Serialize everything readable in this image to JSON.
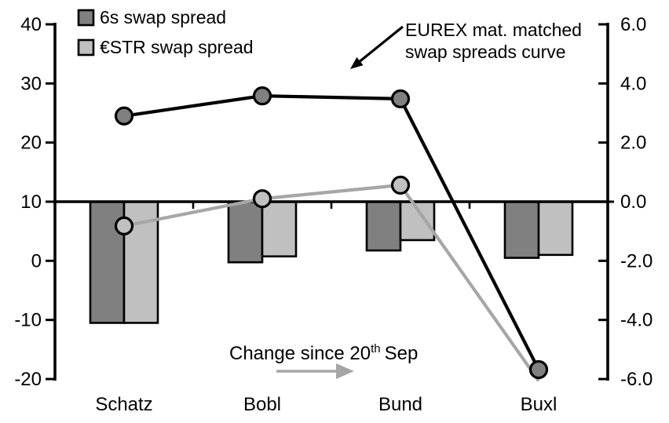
{
  "chart_data": {
    "type": "line+bar combo",
    "title": "",
    "categories": [
      "Schatz",
      "Bobl",
      "Bund",
      "Buxl"
    ],
    "left_axis": {
      "ticks": [
        40,
        30,
        20,
        10,
        0,
        -10,
        -20
      ],
      "labels": [
        "40",
        "30",
        "20",
        "10",
        "0",
        "-10",
        "-20"
      ],
      "range": [
        -20,
        40
      ]
    },
    "right_axis": {
      "ticks": [
        6,
        4,
        2,
        0,
        -2,
        -4,
        -6
      ],
      "labels": [
        "6.0",
        "4.0",
        "2.0",
        "0.0",
        "-2.0",
        "-4.0",
        "-6.0"
      ],
      "range": [
        -6,
        6
      ]
    },
    "baseline": {
      "left_value": 10,
      "right_value": 0.0
    },
    "line_series": [
      {
        "name": "6s swap spread",
        "axis": "left",
        "color": "#000000",
        "marker_fill": "#808080",
        "values": [
          24.5,
          27.9,
          27.4,
          -18.4
        ],
        "marker_visible": [
          true,
          true,
          true,
          true
        ]
      },
      {
        "name": "€STR swap spread",
        "axis": "left",
        "color": "#a6a6a6",
        "marker_fill": "#c0c0c0",
        "values": [
          5.9,
          10.5,
          12.8,
          -20.3
        ],
        "marker_visible": [
          true,
          true,
          true,
          false
        ]
      }
    ],
    "bar_series": [
      {
        "name": "6s swap spread change",
        "axis": "right",
        "fill": "#808080",
        "values": [
          -4.1,
          -2.05,
          -1.65,
          -1.9
        ]
      },
      {
        "name": "€STR swap spread change",
        "axis": "right",
        "fill": "#c0c0c0",
        "values": [
          -4.1,
          -1.85,
          -1.3,
          -1.8
        ]
      }
    ],
    "legend": {
      "position": "top-left",
      "items": [
        {
          "label": "6s swap spread",
          "swatch": "#808080"
        },
        {
          "label": "€STR swap spread",
          "swatch": "#c0c0c0"
        }
      ]
    },
    "annotations": {
      "curve_note": {
        "lines": [
          "EUREX mat. matched",
          "swap spreads curve"
        ],
        "arrow": "black arrow pointing down-left at the black curve"
      },
      "change_note": {
        "prefix": "Change since 20",
        "sup": "th",
        "suffix": "Sep",
        "arrow": "gray arrow pointing right at the bars"
      }
    },
    "grid": "off",
    "colors": {
      "dark_gray": "#808080",
      "light_gray": "#c0c0c0",
      "gray_line": "#a6a6a6",
      "black": "#000000",
      "background": "#ffffff"
    }
  }
}
